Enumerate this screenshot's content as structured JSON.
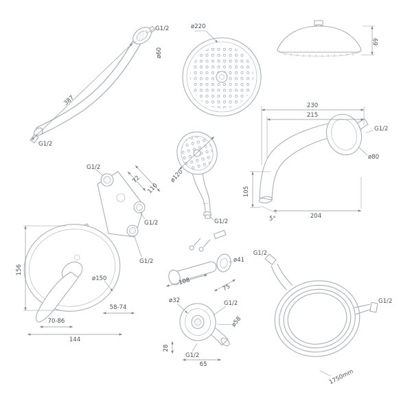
{
  "palette": {
    "line": "#a8aeb5",
    "dim": "#8d939a",
    "text": "#4a5056",
    "bg": "#ffffff"
  },
  "components": {
    "shower_arm": {
      "labels": {
        "wall_thread": "G1/2",
        "flange_diameter": "ø60",
        "length": "387",
        "end_thread": "G1/2"
      }
    },
    "overhead_shower_front": {
      "labels": {
        "diameter": "ø220"
      }
    },
    "overhead_shower_side": {
      "labels": {
        "height": "69"
      }
    },
    "hand_shower": {
      "labels": {
        "diameter": "ø120",
        "thread": "G1/2"
      }
    },
    "spout": {
      "labels": {
        "length_total": "230",
        "length_inner": "215",
        "wall_thread": "G1/2",
        "flange_diameter": "ø80",
        "height": "105",
        "angle": "5°",
        "length_bottom": "204"
      }
    },
    "mixer": {
      "labels": {
        "top_thread": "G1/2",
        "depth_min": "72",
        "depth_max": "110",
        "side_thread": "G1/2",
        "lower_thread": "G1/2",
        "plate_diameter": "ø150",
        "height": "156",
        "depth_range_upper": "58-74",
        "depth_range_lower": "70-86",
        "width": "144"
      }
    },
    "bracket": {
      "labels": {
        "ring_diameter": "ø41",
        "length": "108",
        "width": "75"
      }
    },
    "wall_outlet": {
      "labels": {
        "inner_diameter": "ø32",
        "top_thread": "G1/2",
        "flange_diameter": "ø58",
        "depth": "28",
        "bottom_thread": "G1/2",
        "width": "65"
      }
    },
    "hose": {
      "labels": {
        "left_thread": "G1/2",
        "right_thread": "G1/2",
        "length": "1750mm"
      }
    }
  }
}
